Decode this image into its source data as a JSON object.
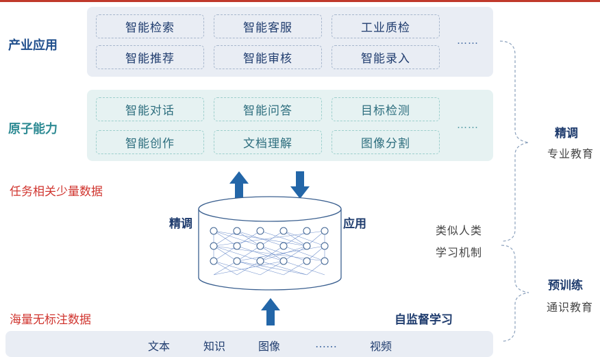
{
  "industry": {
    "title": "产业应用",
    "items": [
      "智能检索",
      "智能客服",
      "工业质检",
      "智能推荐",
      "智能审核",
      "智能录入"
    ],
    "more": "……"
  },
  "atomic": {
    "title": "原子能力",
    "items": [
      "智能对话",
      "智能问答",
      "目标检测",
      "智能创作",
      "文档理解",
      "图像分割"
    ],
    "more": "……"
  },
  "center": {
    "task_data": "任务相关少量数据",
    "finetune": "精调",
    "apply": "应用",
    "massive_data": "海量无标注数据",
    "self_supervised": "自监督学习",
    "human_like_line1": "类似人类",
    "human_like_line2": "学习机制"
  },
  "data_sources": [
    "文本",
    "知识",
    "图像",
    "……",
    "视频"
  ],
  "right": {
    "finetune_title": "精调",
    "finetune_desc": "专业教育",
    "pretrain_title": "预训练",
    "pretrain_desc": "通识教育"
  },
  "colors": {
    "accent_red": "#d0352f",
    "navy": "#1f3c6e",
    "teal": "#2d8a93",
    "arrow_blue": "#2366a8"
  }
}
